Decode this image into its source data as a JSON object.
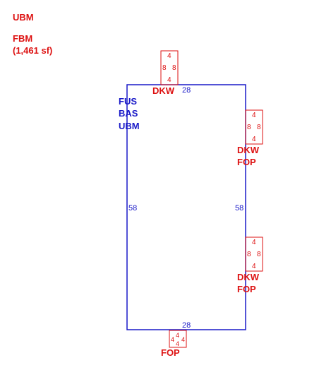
{
  "header": {
    "line1": "UBM",
    "line2": "FBM",
    "line3": "(1,461 sf)"
  },
  "main": {
    "labels": [
      "FUS",
      "BAS",
      "UBM"
    ],
    "dims": {
      "top": "28",
      "bottom": "28",
      "left": "58",
      "right": "58"
    }
  },
  "attachments": {
    "top": {
      "label1": "DKW",
      "dims": [
        "4",
        "8",
        "8",
        "4"
      ]
    },
    "right_upper": {
      "label1": "DKW",
      "label2": "FOP",
      "dims": [
        "4",
        "8",
        "8",
        "4"
      ]
    },
    "right_lower": {
      "label1": "DKW",
      "label2": "FOP",
      "dims": [
        "4",
        "8",
        "8",
        "4"
      ]
    },
    "bottom": {
      "label1": "FOP",
      "dims": [
        "4",
        "4",
        "4",
        "4"
      ]
    }
  },
  "colors": {
    "outline": "#1a1ac8",
    "attachment": "#dd1111"
  }
}
